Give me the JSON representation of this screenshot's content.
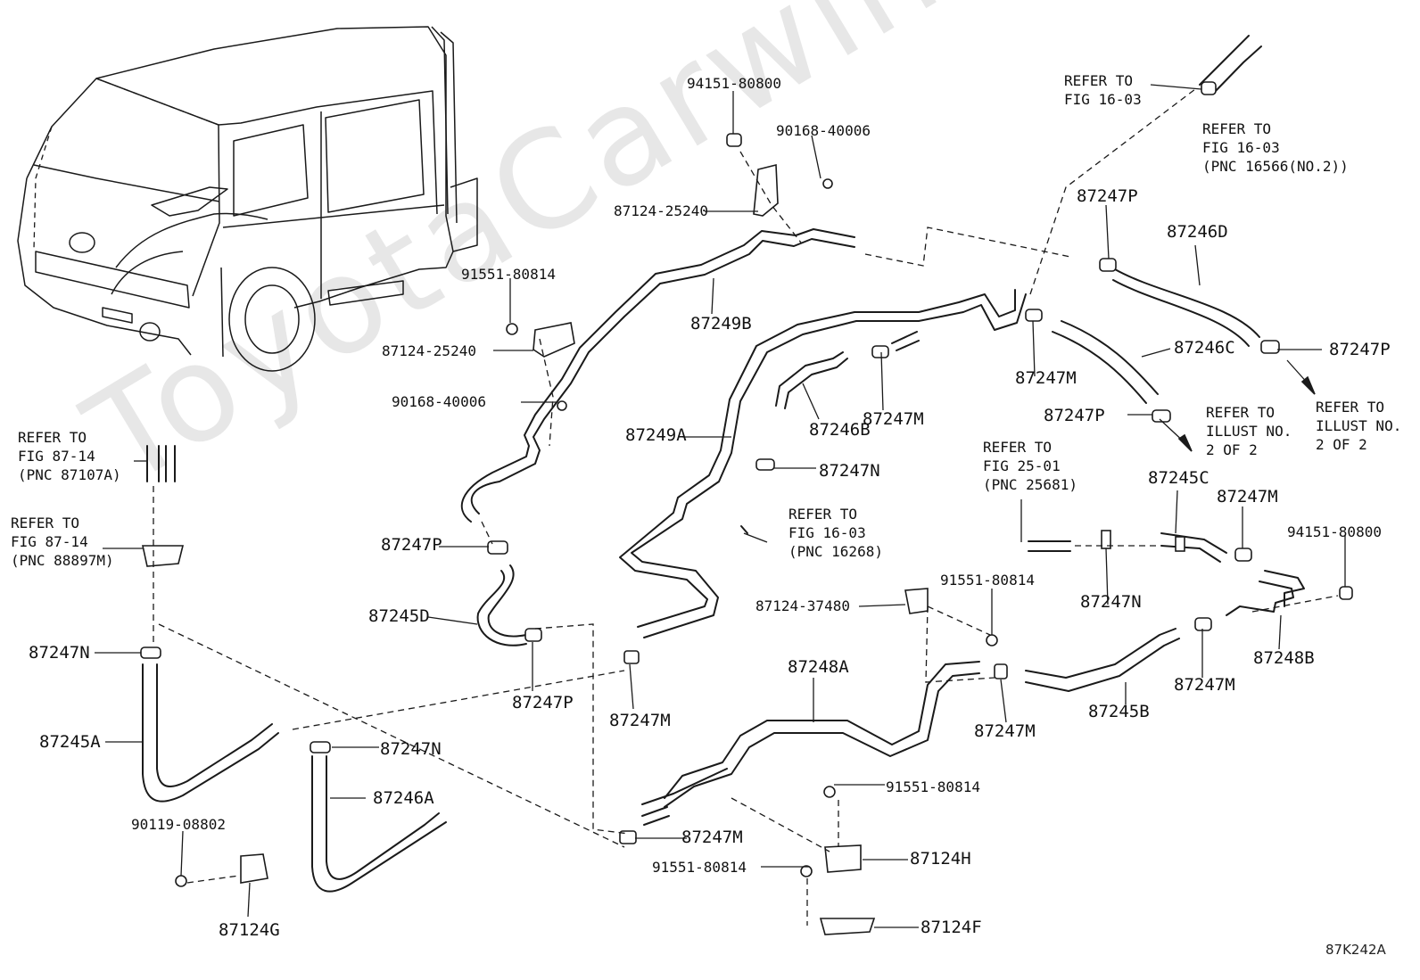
{
  "watermark": "ToyotaCarwine.ru",
  "figure_id": "87K242A",
  "labels": {
    "p94151_top": "94151-80800",
    "p90168_top": "90168-40006",
    "p87124_25240_top": "87124-25240",
    "p91551_upper": "91551-80814",
    "p87124_25240_mid": "87124-25240",
    "p90168_mid": "90168-40006",
    "p87249B": "87249B",
    "p87249A": "87249A",
    "p87246B": "87246B",
    "p87247M_center": "87247M",
    "p87247N_center": "87247N",
    "p87247P_left": "87247P",
    "p87245D": "87245D",
    "p87247P_lower": "87247P",
    "p87247M_lower": "87247M",
    "p87247P_topright": "87247P",
    "p87246D": "87246D",
    "p87246C": "87246C",
    "p87247M_right": "87247M",
    "p87247P_mid_right": "87247P",
    "p87247P_far_right": "87247P",
    "p87245C": "87245C",
    "p87247M_rightmid": "87247M",
    "p94151_right": "94151-80800",
    "p87247N_right": "87247N",
    "p87248B": "87248B",
    "p87247M_right_low": "87247M",
    "p87245B": "87245B",
    "p87124_37480": "87124-37480",
    "p91551_mid": "91551-80814",
    "p87248A": "87248A",
    "p87247M_mid_low": "87247M",
    "p87247M_bottom": "87247M",
    "p91551_low1": "91551-80814",
    "p91551_low2": "91551-80814",
    "p87124H": "87124H",
    "p87124F": "87124F",
    "p87247N_left": "87247N",
    "p87245A": "87245A",
    "p87247N_left_low": "87247N",
    "p87246A": "87246A",
    "p90119": "90119-08802",
    "p87124G": "87124G"
  },
  "refs": {
    "ref_16_03_top": "REFER TO\nFIG 16-03",
    "ref_16_03_pnc": "REFER TO\nFIG 16-03\n(PNC 16566(NO.2))",
    "ref_illust_mid": "REFER TO\nILLUST NO.\n2 OF 2",
    "ref_illust_right": "REFER TO\nILLUST NO.\n2 OF 2",
    "ref_25_01": "REFER TO\nFIG 25-01\n(PNC 25681)",
    "ref_16_03_center": "REFER TO\nFIG 16-03\n(PNC 16268)",
    "ref_87_14_a": "REFER TO\nFIG 87-14\n(PNC 87107A)",
    "ref_87_14_b": "REFER TO\nFIG 87-14\n(PNC 88897M)"
  }
}
